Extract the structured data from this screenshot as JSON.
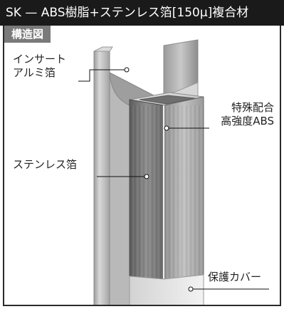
{
  "header": {
    "title": "SK — ABS樹脂+ステンレス箔[150μ]複合材"
  },
  "diagram": {
    "section_tag": "構造図",
    "labels": {
      "insert_line1": "インサート",
      "insert_line2": "アルミ箔",
      "abs_line1": "特殊配合",
      "abs_line2": "高強度ABS",
      "stainless": "ステンレス箔",
      "cover": "保護カバー"
    }
  }
}
